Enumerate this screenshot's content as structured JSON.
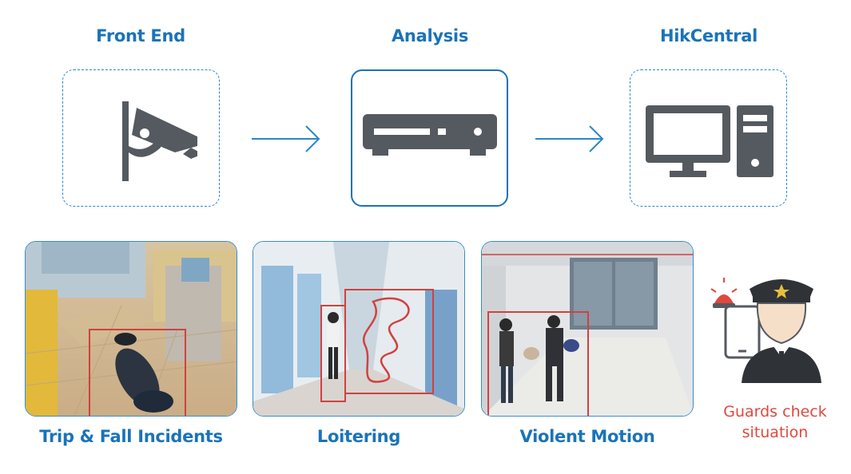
{
  "pipeline": {
    "stages": [
      {
        "title": "Front End",
        "icon": "surveillance-camera-icon"
      },
      {
        "title": "Analysis",
        "icon": "nvr-recorder-icon"
      },
      {
        "title": "HikCentral",
        "icon": "desktop-computer-icon"
      }
    ],
    "arrow_icon": "arrow-right-icon"
  },
  "scenes": [
    {
      "caption": "Trip & Fall Incidents"
    },
    {
      "caption": "Loitering"
    },
    {
      "caption": "Violent Motion"
    }
  ],
  "guard": {
    "icon": "security-guard-icon",
    "alarm_icon": "alarm-light-icon",
    "phone_icon": "mobile-phone-icon",
    "note_line1": "Guards check",
    "note_line2": "situation"
  },
  "colors": {
    "accent": "#1a73b8",
    "icon_gray": "#555a60",
    "alert_red": "#e0483e"
  }
}
